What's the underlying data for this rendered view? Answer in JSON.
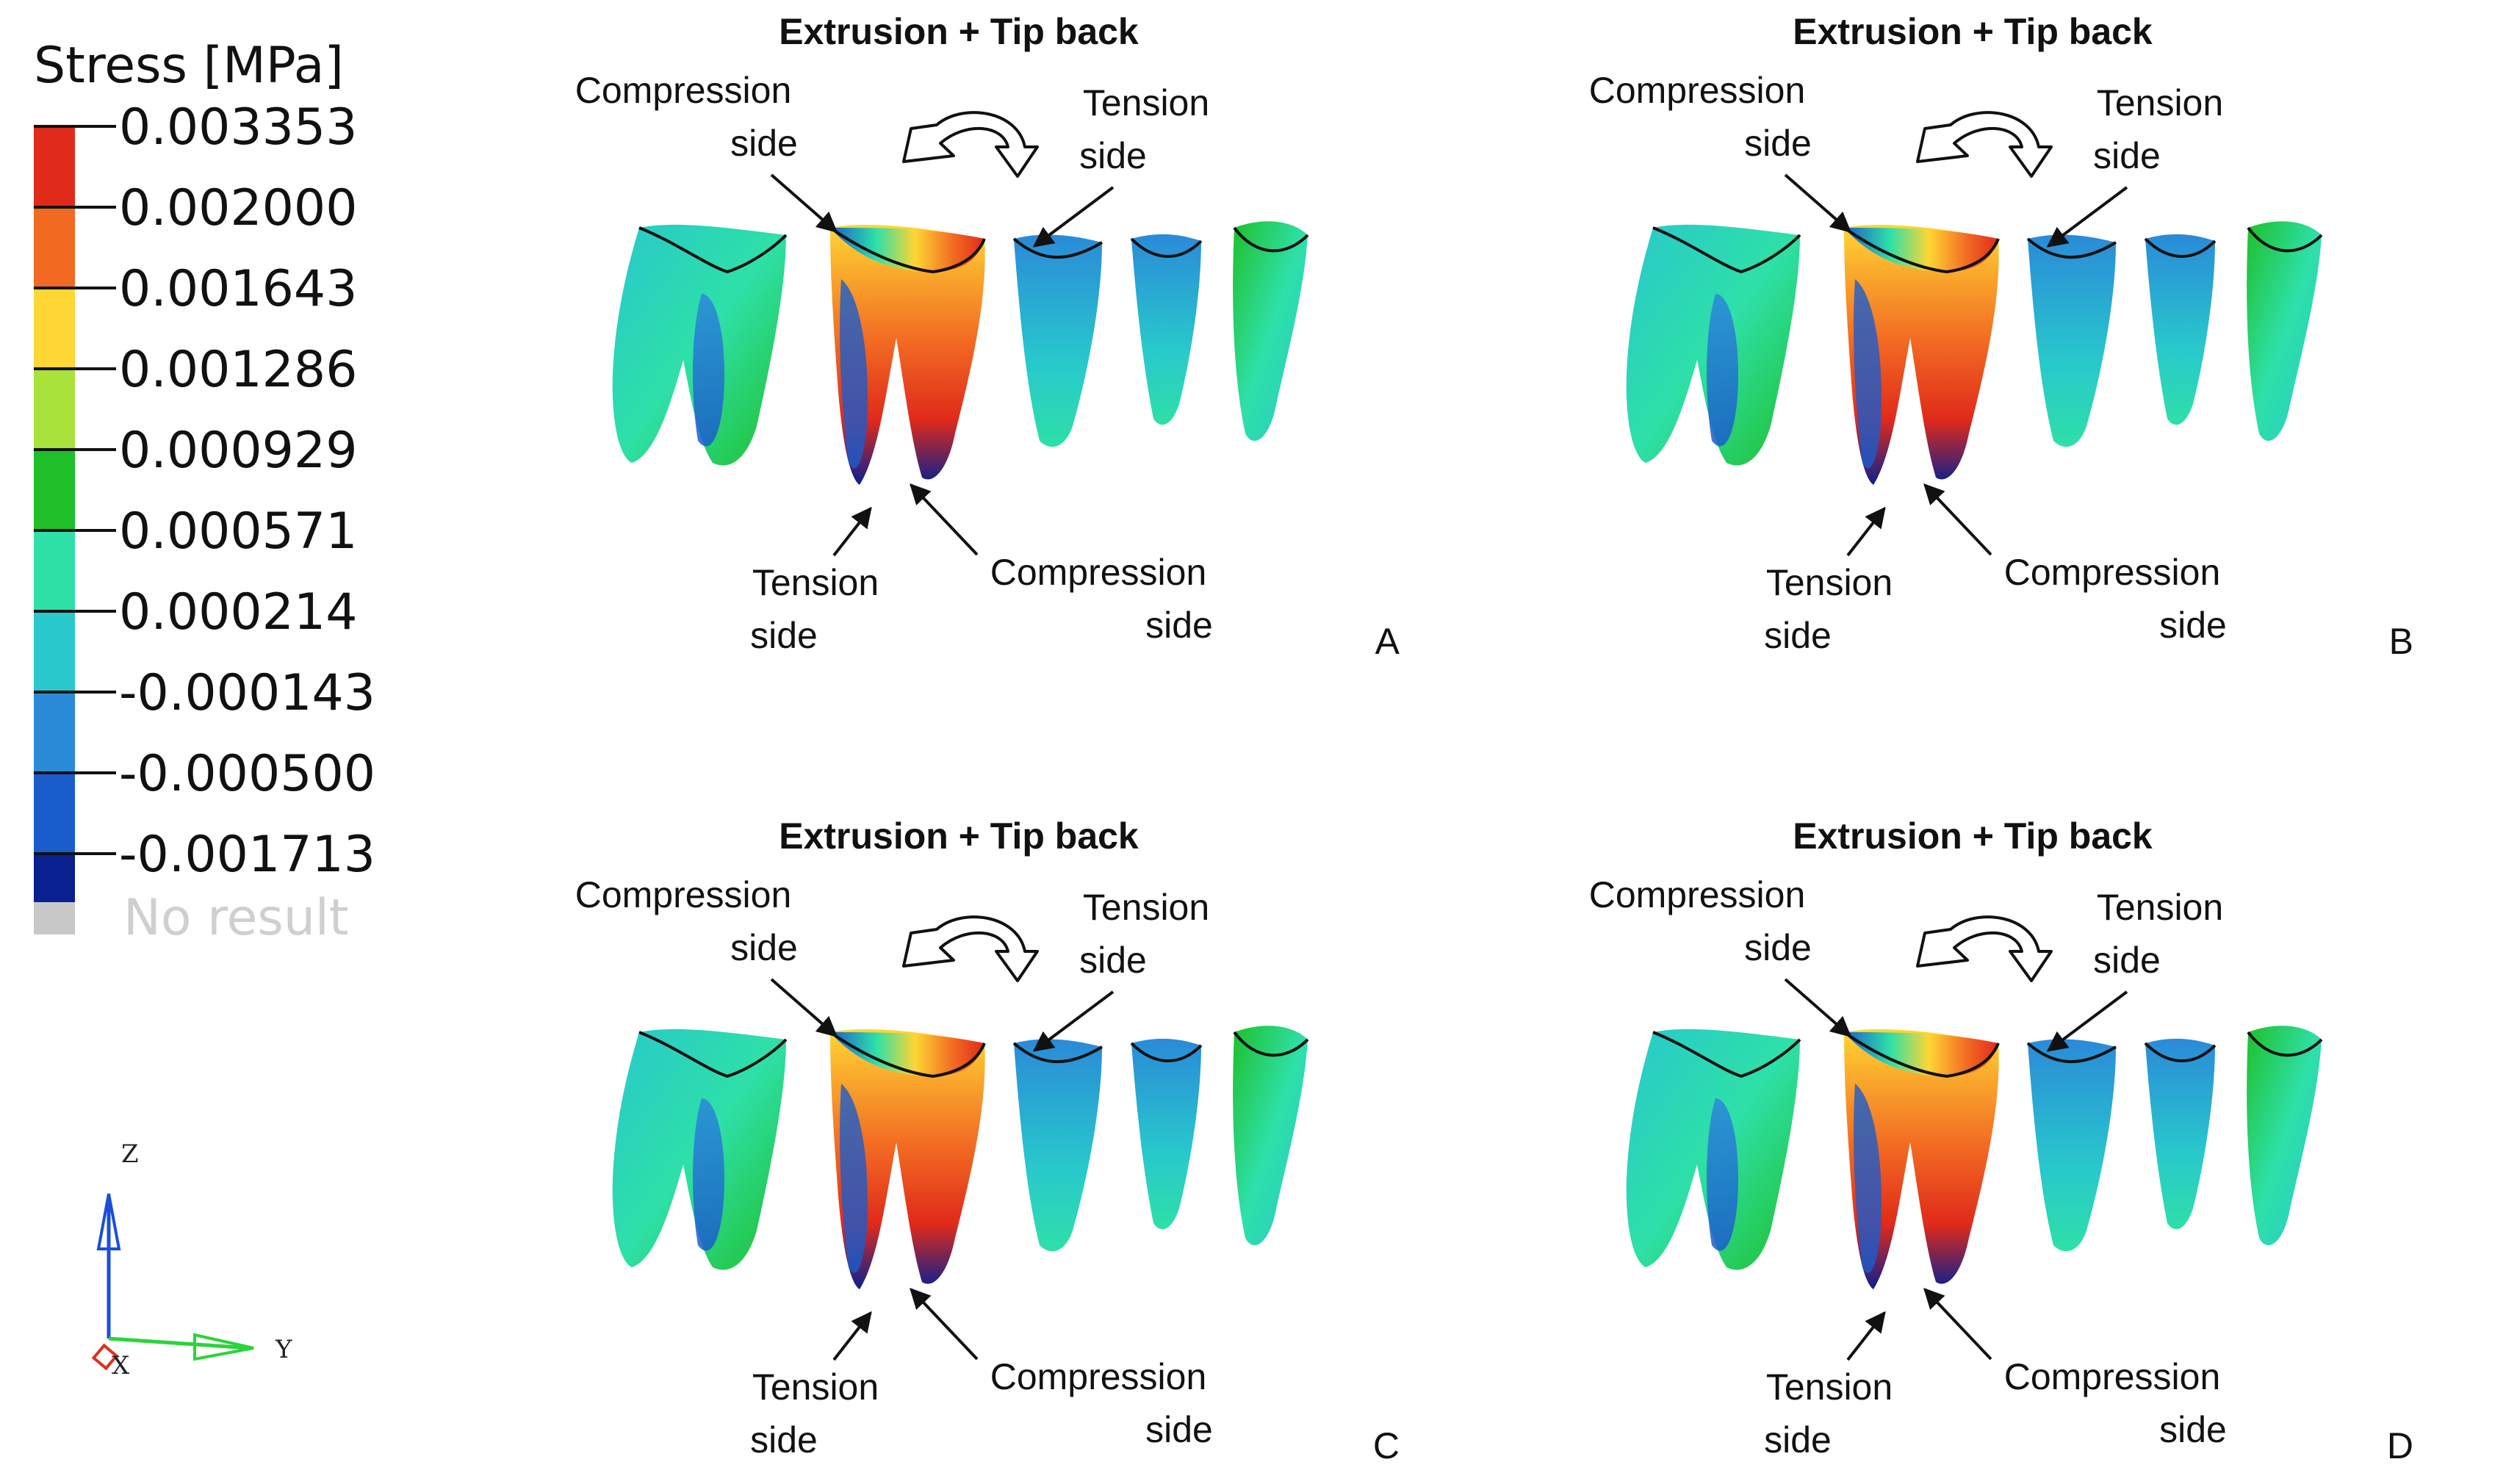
{
  "legend": {
    "title": "Stress [MPa]",
    "ticks": [
      "0.003353",
      "0.002000",
      "0.001643",
      "0.001286",
      "0.000929",
      "0.000571",
      "0.000214",
      "-0.000143",
      "-0.000500",
      "-0.001713"
    ],
    "band_colors": [
      "#e02a1a",
      "#f26a22",
      "#ffd633",
      "#a8e23a",
      "#1fbf2a",
      "#2ee0a8",
      "#28c8cc",
      "#2a8ad8",
      "#1a5ccc",
      "#0a1f90"
    ],
    "no_result": "No result"
  },
  "axes": {
    "z": "Z",
    "y": "Y",
    "x": "X"
  },
  "panels": [
    {
      "letter": "A",
      "title": "Extrusion + Tip back",
      "comp_top": [
        "Compression",
        "side"
      ],
      "tens_top": [
        "Tension",
        "side"
      ],
      "tens_bot": [
        "Tension",
        "side"
      ],
      "comp_bot": [
        "Compression",
        "side"
      ]
    },
    {
      "letter": "B",
      "title": "Extrusion + Tip back",
      "comp_top": [
        "Compression",
        "side"
      ],
      "tens_top": [
        "Tension",
        "side"
      ],
      "tens_bot": [
        "Tension",
        "side"
      ],
      "comp_bot": [
        "Compression",
        "side"
      ]
    },
    {
      "letter": "C",
      "title": "Extrusion + Tip back",
      "comp_top": [
        "Compression",
        "side"
      ],
      "tens_top": [
        "Tension",
        "side"
      ],
      "tens_bot": [
        "Tension",
        "side"
      ],
      "comp_bot": [
        "Compression",
        "side"
      ]
    },
    {
      "letter": "D",
      "title": "Extrusion + Tip back",
      "comp_top": [
        "Compression",
        "side"
      ],
      "tens_top": [
        "Tension",
        "side"
      ],
      "tens_bot": [
        "Tension",
        "side"
      ],
      "comp_bot": [
        "Compression",
        "side"
      ]
    }
  ]
}
